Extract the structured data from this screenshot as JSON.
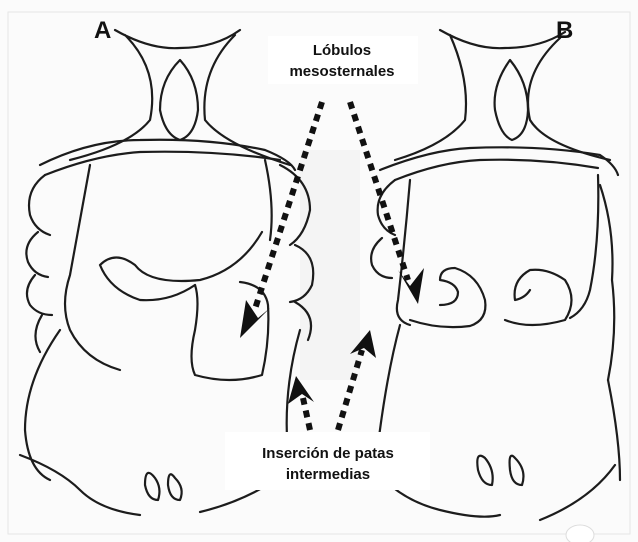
{
  "panels": {
    "left_label": "A",
    "right_label": "B"
  },
  "callouts": {
    "lobes": {
      "line1": "Lóbulos",
      "line2": "mesosternales"
    },
    "legs": {
      "line1": "Inserción de patas",
      "line2": "intermedias"
    }
  }
}
